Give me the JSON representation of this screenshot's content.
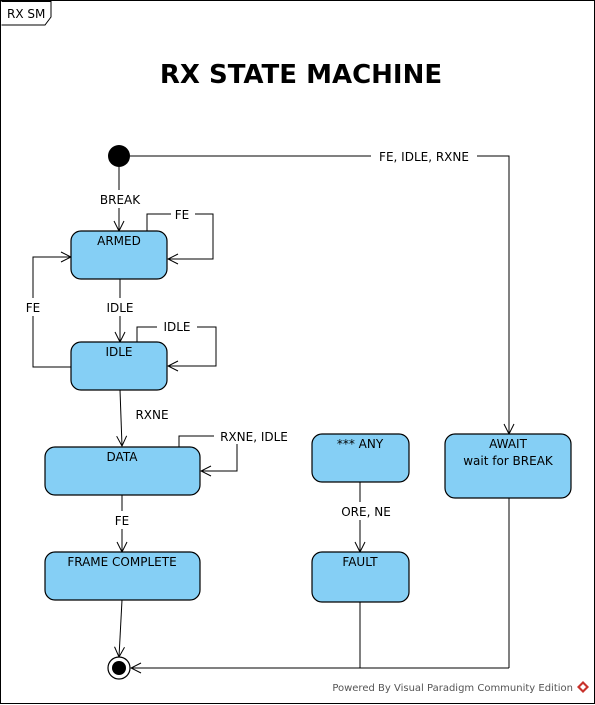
{
  "frame": {
    "tab_label": "RX SM"
  },
  "title": "RX STATE MACHINE",
  "states": {
    "armed": "ARMED",
    "idle": "IDLE",
    "data": "DATA",
    "frame_complete": "FRAME COMPLETE",
    "any": "*** ANY",
    "fault": "FAULT",
    "await_line1": "AWAIT",
    "await_line2": "wait for BREAK"
  },
  "transitions": {
    "initial_to_armed": "BREAK",
    "initial_to_await": "FE, IDLE, RXNE",
    "armed_self": "FE",
    "armed_to_idle": "IDLE",
    "idle_to_armed": "FE",
    "idle_self": "IDLE",
    "idle_to_data": "RXNE",
    "data_self": "RXNE, IDLE",
    "data_to_frame_complete": "FE",
    "any_to_fault": "ORE, NE"
  },
  "footer": {
    "text": "Powered By Visual Paradigm Community Edition"
  },
  "colors": {
    "state_fill": "#85cff5",
    "logo_red": "#c8322c"
  }
}
